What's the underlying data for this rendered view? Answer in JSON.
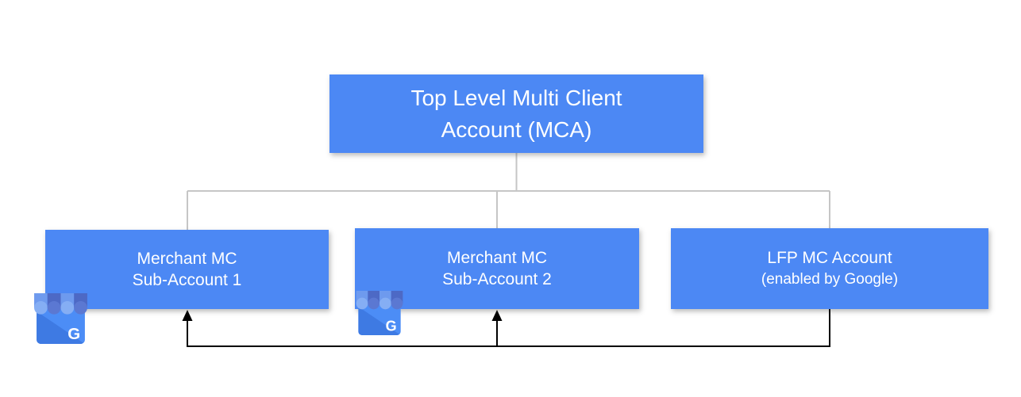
{
  "diagram": {
    "nodes": {
      "mca": {
        "line1": "Top Level Multi Client",
        "line2": "Account (MCA)"
      },
      "merchant_sub_1": {
        "line1": "Merchant MC",
        "line2": "Sub-Account 1"
      },
      "merchant_sub_2": {
        "line1": "Merchant MC",
        "line2": "Sub-Account 2"
      },
      "lfp": {
        "line1": "LFP MC Account",
        "line2": "(enabled by Google)"
      }
    },
    "icons": {
      "business_profile_g": "G"
    },
    "colors": {
      "node_fill": "#4C88F4",
      "node_text": "#FFFFFF",
      "hierarchy_line": "#C6C6C6",
      "feed_line": "#000000",
      "icon_body": "#4C8DF6",
      "icon_shadow": "#3E7AE3",
      "icon_awning_light": "#6E9AEE",
      "icon_awning_light_scallop": "#85AEF4",
      "icon_awning_dark": "#4D69C5",
      "icon_awning_dark_scallop": "#5B78D2"
    }
  }
}
